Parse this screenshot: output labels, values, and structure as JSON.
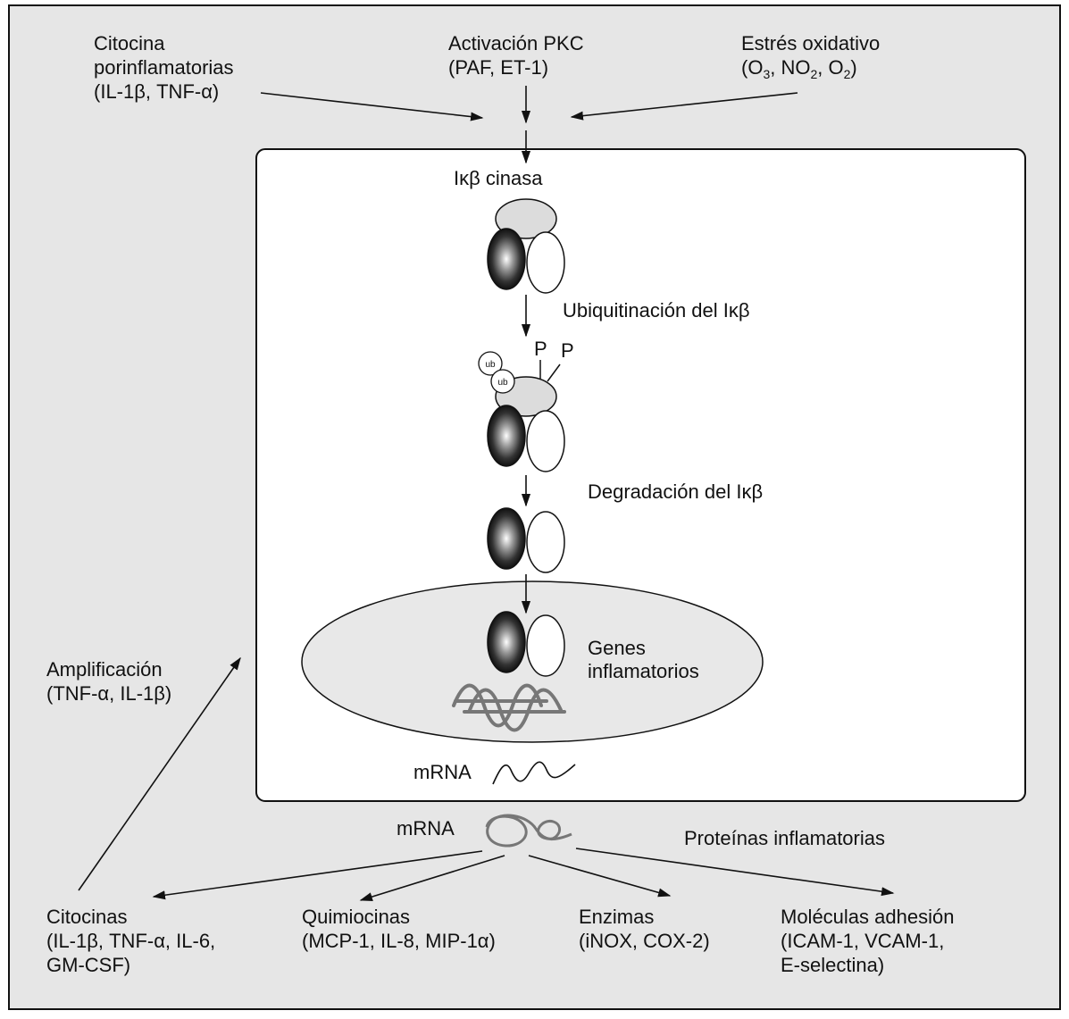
{
  "colors": {
    "outer_bg": "#e6e6e6",
    "inner_bg": "#ffffff",
    "nucleus_fill": "#e8e8e8",
    "ikb_fill": "#dcdcdc",
    "stroke": "#111111",
    "rna_gray": "#777777"
  },
  "stimuli": {
    "cytokines": {
      "line1": "Citocina",
      "line2": "porinflamatorias",
      "line3": "(IL-1β, TNF-α)"
    },
    "pkc": {
      "line1": "Activación PKC",
      "line2": "(PAF, ET-1)"
    },
    "oxidative": {
      "line1": "Estrés oxidativo",
      "line2": "(O",
      "sub1": "3",
      "mid1": ", NO",
      "sub2": "2",
      "mid2": ", O",
      "sub3": "2",
      "end": ")"
    }
  },
  "cell": {
    "kinase_label": "Iκβ cinasa",
    "step1_label": "Ubiquitinación del Iκβ",
    "step2_label": "Degradación del Iκβ",
    "ub_label": "ub",
    "phospho_label": "P",
    "genes_line1": "Genes",
    "genes_line2": "inflamatorios",
    "mrna_inner": "mRNA"
  },
  "outputs": {
    "mrna_outer": "mRNA",
    "proteins_label": "Proteínas inflamatorias",
    "amplification": {
      "line1": "Amplificación",
      "line2": "(TNF-α, IL-1β)"
    },
    "cytokines": {
      "line1": "Citocinas",
      "line2": "(IL-1β, TNF-α, IL-6,",
      "line3": "GM-CSF)"
    },
    "chemokines": {
      "line1": "Quimiocinas",
      "line2": "(MCP-1, IL-8, MIP-1α)"
    },
    "enzymes": {
      "line1": "Enzimas",
      "line2": "(iNOX, COX-2)"
    },
    "adhesion": {
      "line1": "Moléculas adhesión",
      "line2": "(ICAM-1, VCAM-1,",
      "line3": "E-selectina)"
    }
  }
}
